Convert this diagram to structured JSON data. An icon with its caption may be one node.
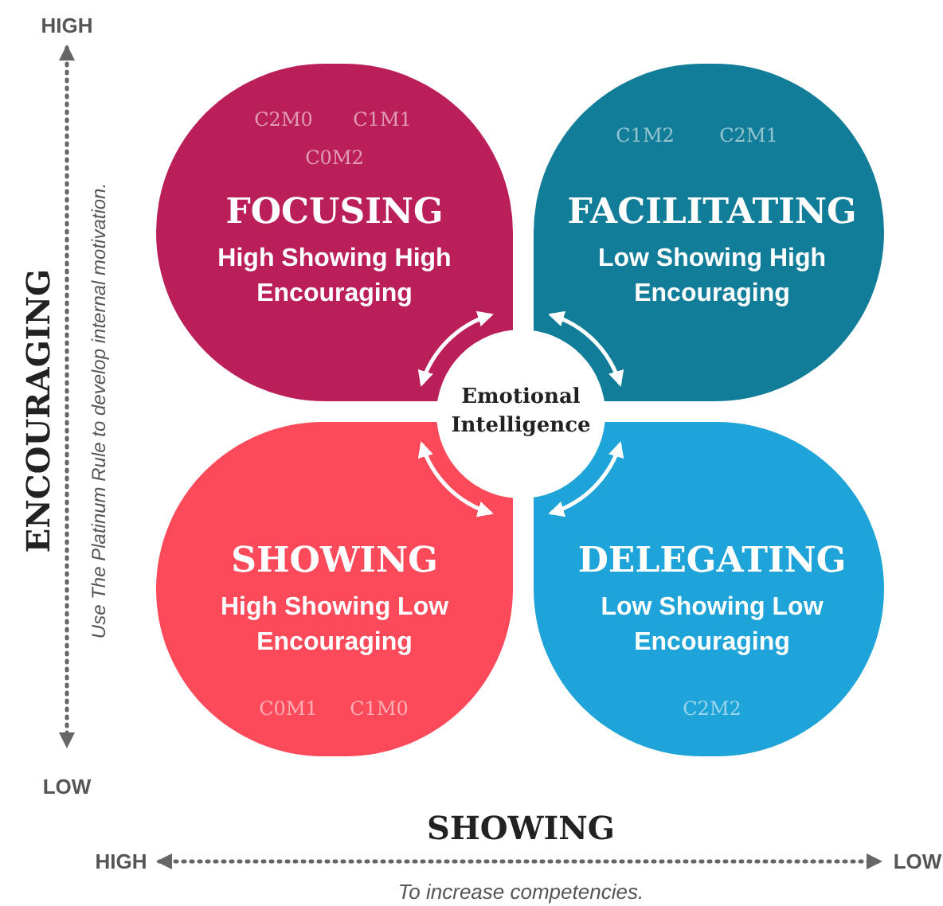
{
  "diagram": {
    "nodes": [
      {
        "text": [
          "C2M0",
          "C1M1",
          "C0M2",
          "FOCUSING",
          "High Showing High Encouraging"
        ]
      },
      {
        "text": [
          "C1M2",
          "C2M1",
          "FACILITATING",
          "Low Showing High Encouraging"
        ]
      },
      {
        "text": [
          "Emotional Intelligence"
        ]
      },
      {
        "text": [
          "SHOWING",
          "High Showing Low Encouraging",
          "C0M1",
          "C1M0"
        ]
      },
      {
        "text": [
          "DELEGATING",
          "Low Showing Low Encouraging",
          "C2M2"
        ]
      }
    ],
    "edges": [
      {
        "from": 2,
        "to": 0,
        "arrow": "both"
      },
      {
        "from": 2,
        "to": 1,
        "arrow": "both"
      },
      {
        "from": 2,
        "to": 3,
        "arrow": "both"
      },
      {
        "from": 2,
        "to": 4,
        "arrow": "both"
      }
    ],
    "labels": [
      "HIGH",
      "ENCOURAGING",
      "Use The Platinum Rule to develop internal motivation.",
      "LOW",
      "SHOWING",
      "HIGH",
      "LOW",
      "To increase competencies."
    ]
  }
}
